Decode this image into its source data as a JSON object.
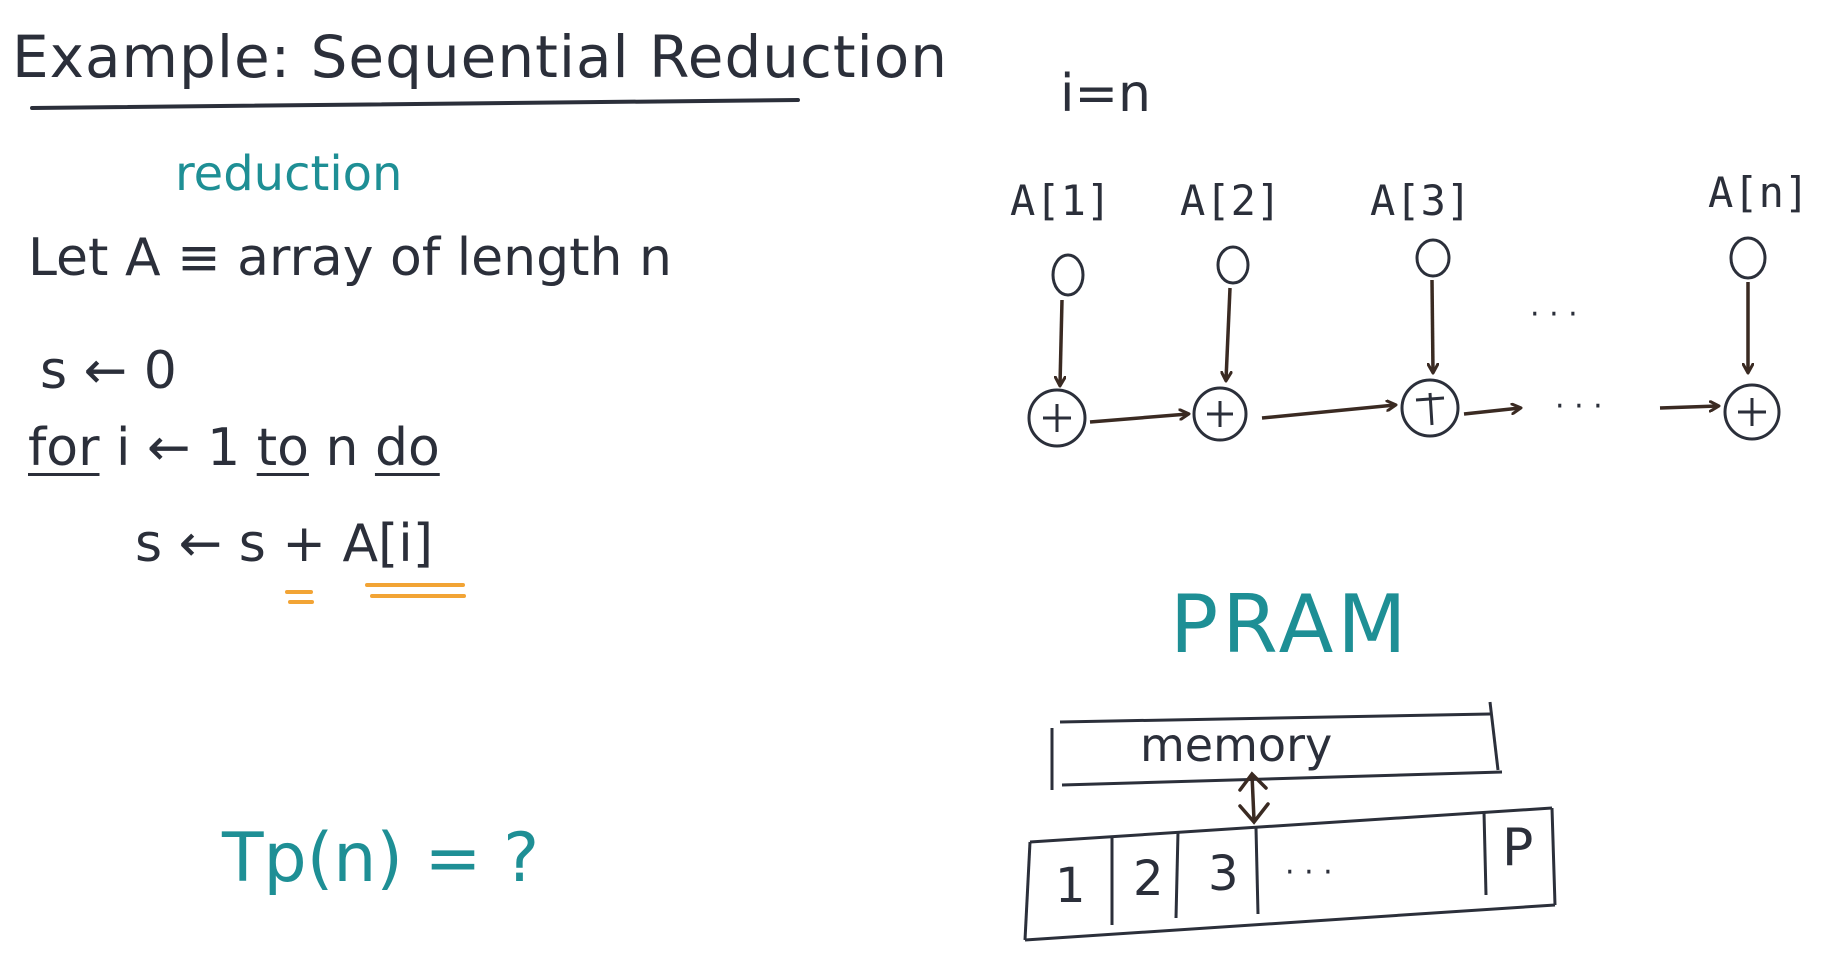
{
  "left": {
    "title": "Example: Sequential Reduction",
    "subtitle": "reduction",
    "let_line": "Let A ≡ array of length n",
    "init_line": "s ← 0",
    "for_line": {
      "kw_for": "for",
      "mid": " i ← 1 ",
      "kw_to": "to",
      "mid2": " n ",
      "kw_do": "do"
    },
    "body_line": "s ← s + A[i]",
    "tp_line": "Tp(n) = ?"
  },
  "right": {
    "loop_label": "i=n",
    "array_labels": [
      "A[1]",
      "A[2]",
      "A[3]",
      "A[n]"
    ],
    "ellipsis": "· · ·",
    "plus_symbol": "+",
    "pram_title": "PRAM",
    "memory_label": "memory",
    "processors": [
      "1",
      "2",
      "3",
      "· · ·",
      "P"
    ]
  },
  "colors": {
    "ink": "#2b2f3a",
    "teal": "#1e8f95",
    "orange": "#f2a435",
    "arrow": "#3a2a22"
  }
}
